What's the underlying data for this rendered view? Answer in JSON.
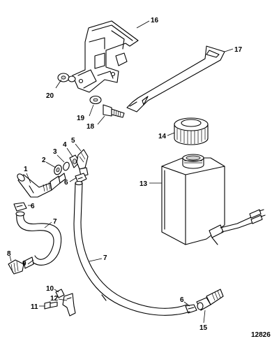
{
  "figure_number": "12826",
  "callouts": {
    "c1": "1",
    "c2": "2",
    "c3": "3",
    "c4": "4",
    "c5": "5",
    "c6a": "6",
    "c6b": "6",
    "c6c": "6",
    "c7a": "7",
    "c7b": "7",
    "c8": "8",
    "c9": "9",
    "c10": "10",
    "c11": "11",
    "c12": "12",
    "c13": "13",
    "c14": "14",
    "c15": "15",
    "c16": "16",
    "c17": "17",
    "c18": "18",
    "c19": "19",
    "c20": "20"
  }
}
